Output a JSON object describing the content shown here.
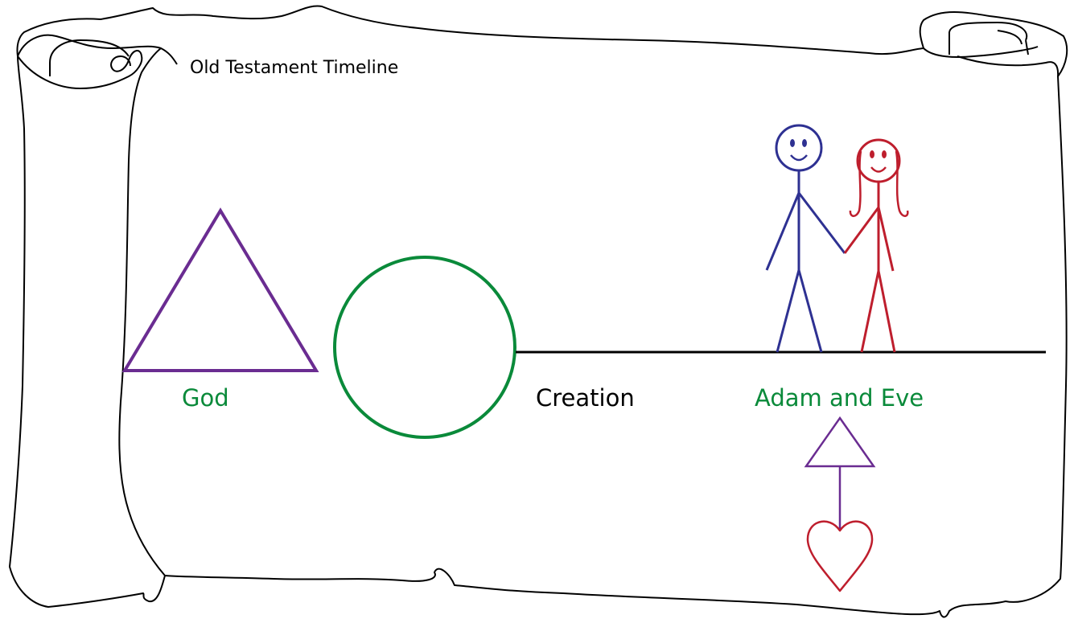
{
  "title": "Old Testament Timeline",
  "labels": {
    "god": "God",
    "creation": "Creation",
    "adam_and_eve": "Adam and Eve"
  },
  "colors": {
    "outline": "#000000",
    "trinity": "#6a2c91",
    "world": "#0a8a3a",
    "label_green": "#0a8a3a",
    "label_black": "#000000",
    "adam": "#2e3192",
    "eve": "#be1e2d",
    "heart": "#be1e2d",
    "small_trinity": "#6a2c91"
  },
  "icons": [
    "scroll-outline",
    "trinity-triangle-icon",
    "world-circle-icon",
    "timeline-line",
    "adam-stick-figure-icon",
    "eve-stick-figure-icon",
    "small-triangle-icon",
    "heart-icon"
  ]
}
